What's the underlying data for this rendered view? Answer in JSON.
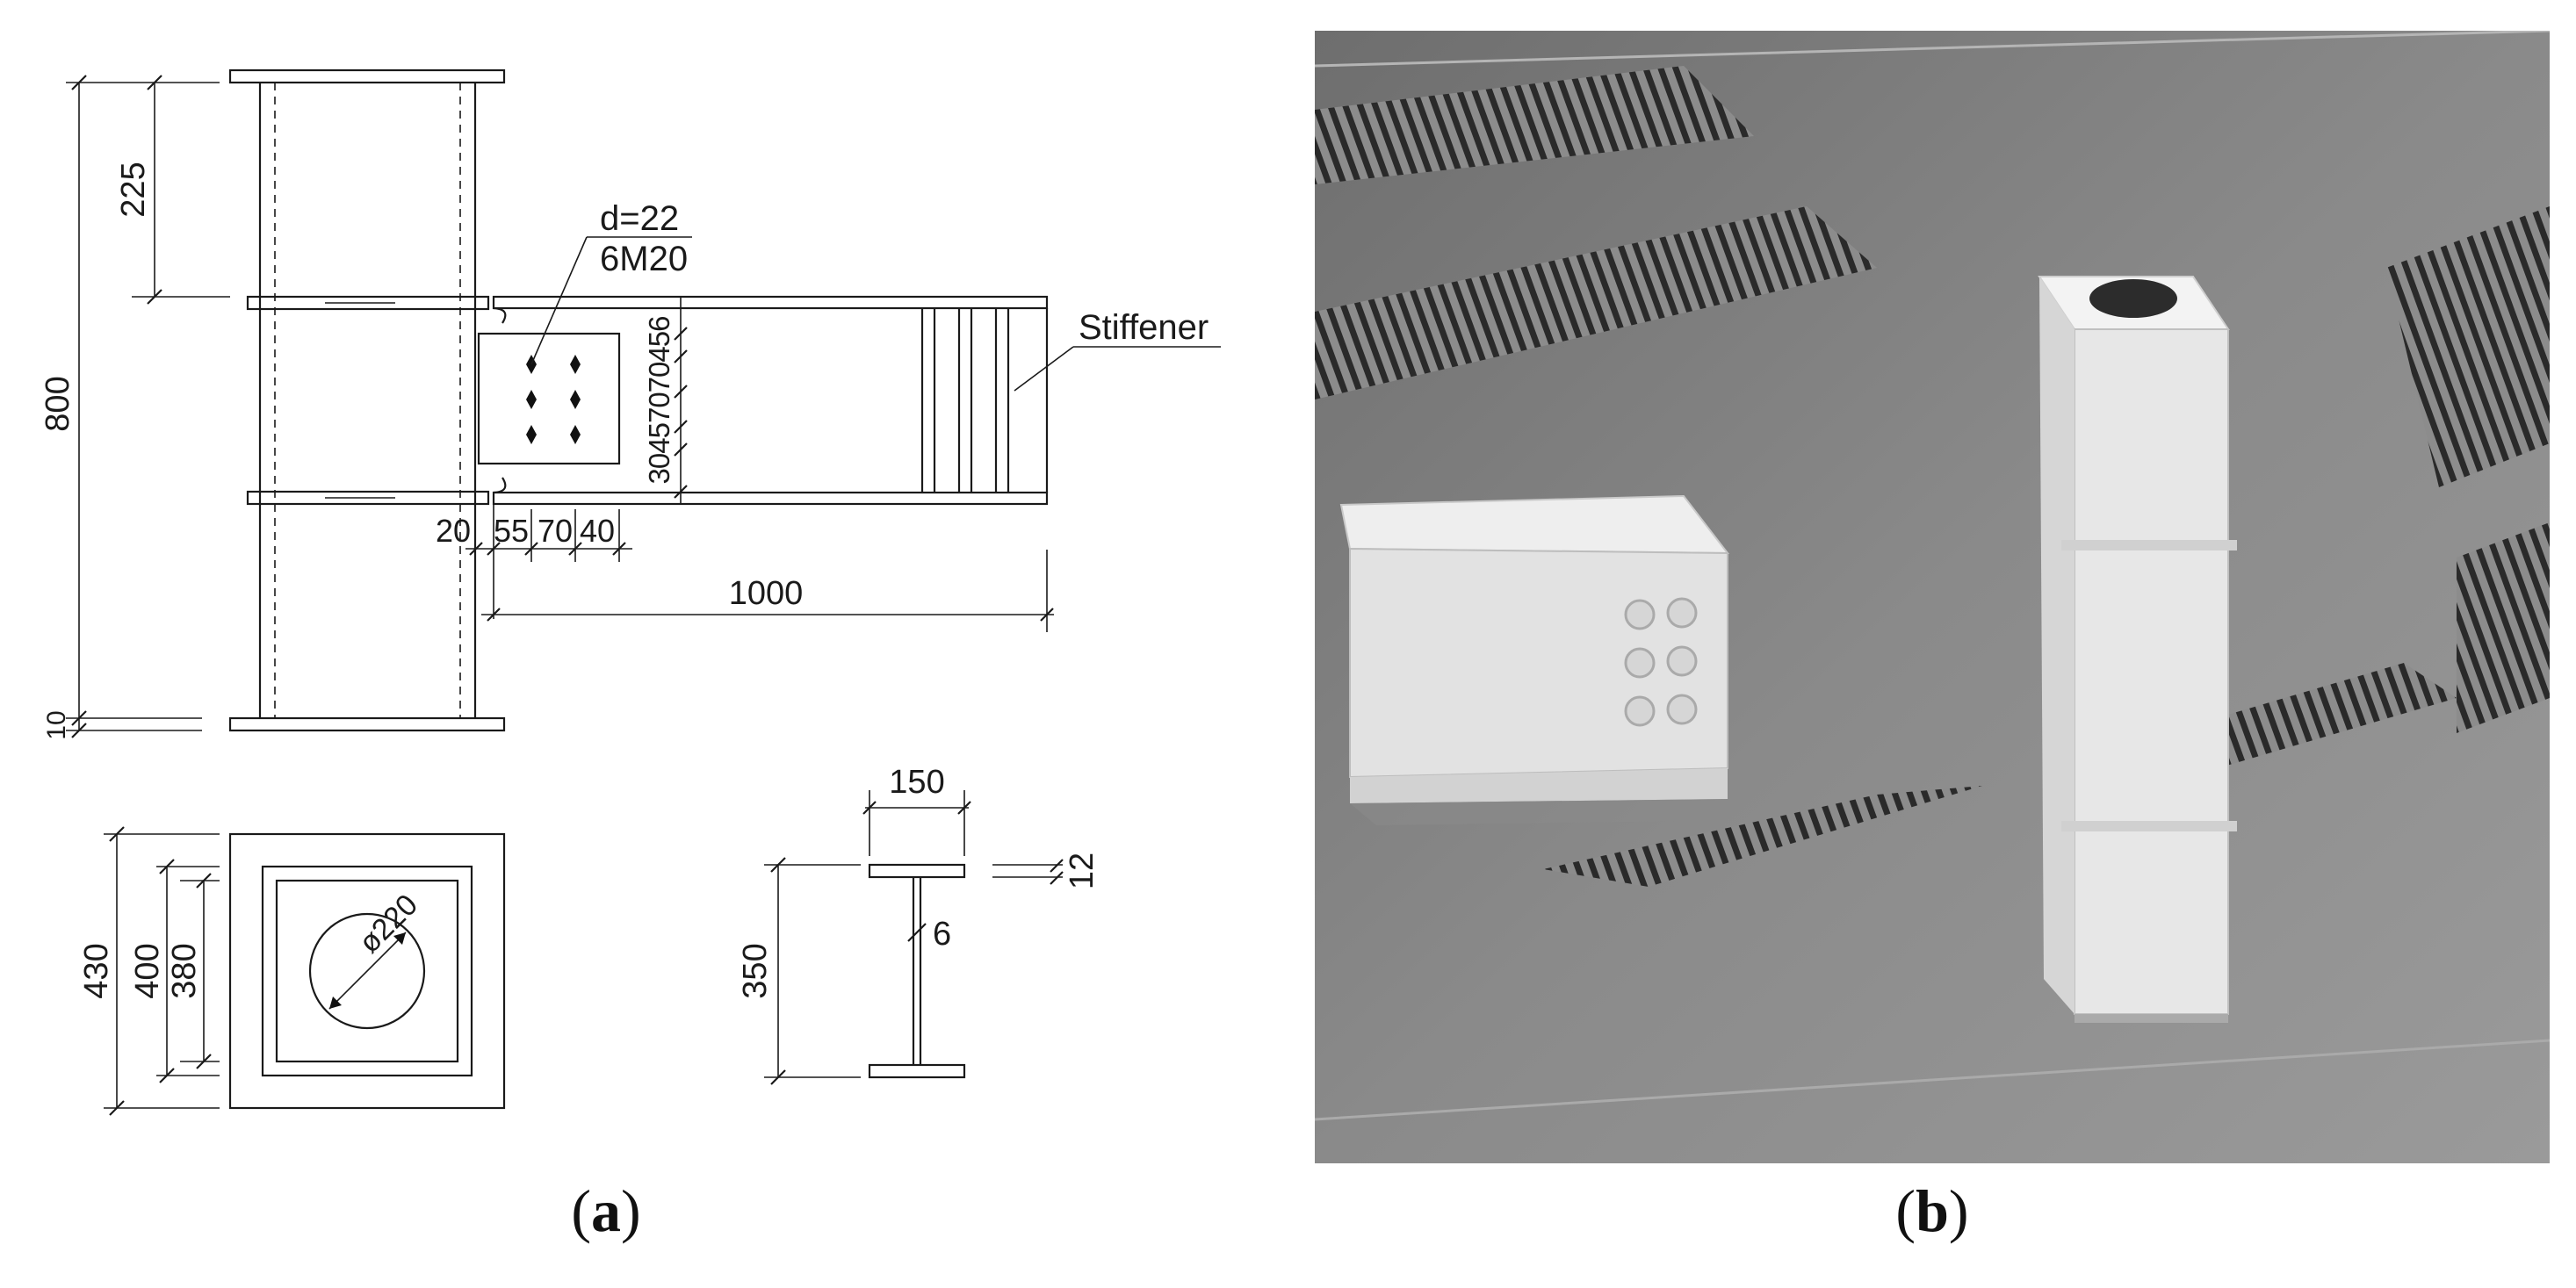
{
  "panel_a": {
    "caption": {
      "open": "(",
      "letter": "a",
      "close": ")"
    },
    "elevation": {
      "dims": {
        "total_height": "800",
        "top_segment": "225",
        "plate": "10",
        "beam_length": "1000",
        "col_offset": "20",
        "bolt_x1": "55",
        "bolt_x2": "70",
        "bolt_x3": "40",
        "bolt_y_stack": "30457070456"
      },
      "bolt_spec": {
        "hole": "d=22",
        "bolts": "6M20"
      },
      "stiffener_label": "Stiffener"
    },
    "column_section": {
      "outer": "430",
      "mid": "400",
      "inner": "380",
      "hole": "ø220"
    },
    "beam_section": {
      "flange_width": "150",
      "height": "350",
      "web": "6",
      "flange_thk": "12"
    }
  },
  "panel_b": {
    "caption": {
      "open": "(",
      "letter": "b",
      "close": ")"
    }
  }
}
